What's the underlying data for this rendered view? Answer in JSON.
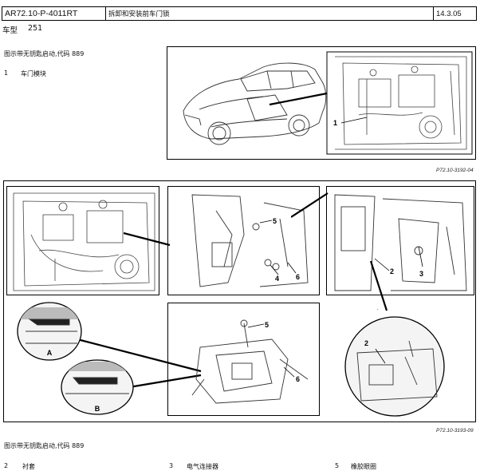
{
  "header": {
    "doc_code": "AR72.10-P-4011RT",
    "title": "拆卸和安装前车门锁",
    "date": "14.3.05"
  },
  "model": {
    "label": "车型",
    "value": "251"
  },
  "section1": {
    "caption": "图示带无钥匙启动,代码 889",
    "legend": [
      {
        "num": "1",
        "label": "车门模块"
      }
    ],
    "figure_ref": "P72.10-3192-04"
  },
  "figure2": {
    "figure_ref": "P72.10-3193-09",
    "callouts": {
      "a": "A",
      "b": "B",
      "n1": "1",
      "n2": "2",
      "n3": "3",
      "n4": "4",
      "n5": "5",
      "n6": "6"
    }
  },
  "section2": {
    "caption": "图示带无钥匙启动,代码 889",
    "legend": [
      {
        "num": "2",
        "label": "衬套"
      },
      {
        "num": "3",
        "label": "电气连接器"
      },
      {
        "num": "5",
        "label": "橡胶眼圈"
      }
    ]
  }
}
